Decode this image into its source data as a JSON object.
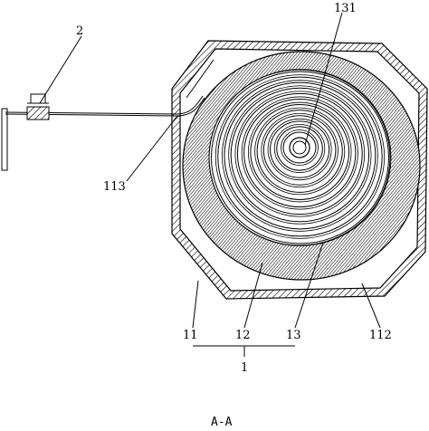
{
  "figure": {
    "labels": {
      "l2": "2",
      "l131": "131",
      "l113": "113",
      "l11": "11",
      "l12": "12",
      "l13": "13",
      "l112": "112",
      "l1": "1"
    },
    "section_label": "A-A"
  }
}
